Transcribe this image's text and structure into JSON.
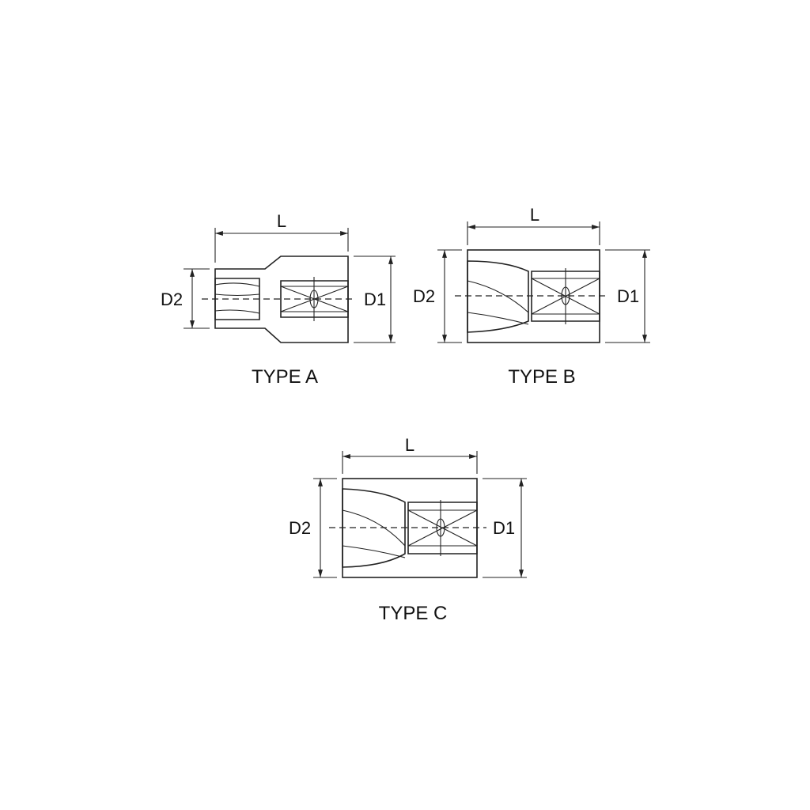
{
  "diagrams": [
    {
      "title": "TYPE A",
      "length_label": "L",
      "d1_label": "D1",
      "d2_label": "D2"
    },
    {
      "title": "TYPE B",
      "length_label": "L",
      "d1_label": "D1",
      "d2_label": "D2"
    },
    {
      "title": "TYPE C",
      "length_label": "L",
      "d1_label": "D1",
      "d2_label": "D2"
    }
  ],
  "colors": {
    "line": "#222222",
    "background": "#ffffff"
  }
}
